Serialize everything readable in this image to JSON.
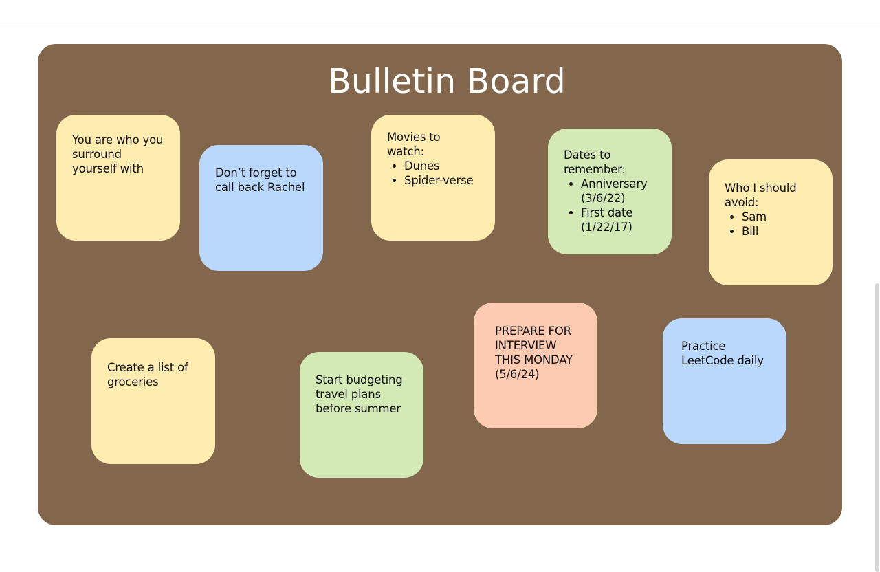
{
  "board": {
    "title": "Bulletin Board"
  },
  "colors": {
    "board_background": "#83674c",
    "note_yellow": "#ffecb0",
    "note_blue": "#bad8fb",
    "note_green": "#d3eab7",
    "note_peach": "#fdcbb1"
  },
  "notes": [
    {
      "color": "yellow",
      "text": "You are who you surround yourself with"
    },
    {
      "color": "blue",
      "text": "Don’t forget to call back Rachel"
    },
    {
      "color": "yellow",
      "heading": "Movies to watch:",
      "items": [
        "Dunes",
        "Spider-verse"
      ]
    },
    {
      "color": "green",
      "heading": "Dates to remember:",
      "items": [
        "Anniversary (3/6/22)",
        "First date (1/22/17)"
      ]
    },
    {
      "color": "yellow",
      "heading": "Who I should avoid:",
      "items": [
        "Sam",
        "Bill"
      ]
    },
    {
      "color": "yellow",
      "text": "Create a list of groceries"
    },
    {
      "color": "green",
      "text": "Start budgeting travel plans before summer"
    },
    {
      "color": "peach",
      "text": "PREPARE FOR INTERVIEW THIS MONDAY (5/6/24)"
    },
    {
      "color": "blue",
      "text": "Practice LeetCode daily"
    }
  ]
}
